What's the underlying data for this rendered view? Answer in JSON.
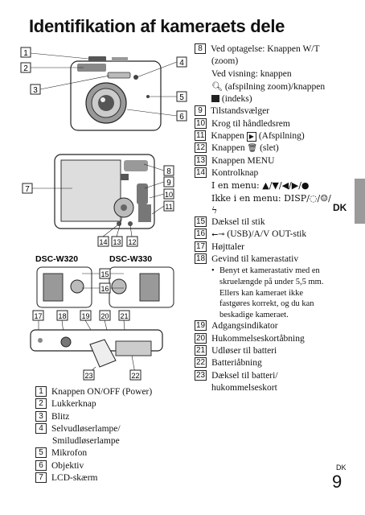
{
  "title": "Identifikation af kameraets dele",
  "models": [
    "DSC-W320",
    "DSC-W330"
  ],
  "side_tab": "DK",
  "footer": {
    "lang": "DK",
    "page": "9"
  },
  "callouts": {
    "fig1": [
      "1",
      "2",
      "3",
      "4",
      "5",
      "6"
    ],
    "fig2": [
      "7",
      "8",
      "9",
      "10",
      "11",
      "14",
      "13",
      "12"
    ],
    "fig3": [
      "15",
      "16",
      "15",
      "16"
    ],
    "fig4": [
      "17",
      "18",
      "19",
      "20",
      "21",
      "23",
      "22"
    ]
  },
  "left_list": [
    {
      "n": "1",
      "text": "Knappen ON/OFF (Power)"
    },
    {
      "n": "2",
      "text": "Lukkerknap"
    },
    {
      "n": "3",
      "text": "Blitz"
    },
    {
      "n": "4",
      "text": "Selvudløserlampe/",
      "cont": [
        "Smiludløserlampe"
      ]
    },
    {
      "n": "5",
      "text": "Mikrofon"
    },
    {
      "n": "6",
      "text": "Objektiv"
    },
    {
      "n": "7",
      "text": "LCD-skærm"
    }
  ],
  "right_list": {
    "r8": {
      "n": "8",
      "text": "Ved optagelse: Knappen W/T",
      "cont": [
        "(zoom)",
        "Ved visning: knappen",
        "(afspilning zoom)/knappen",
        "(indeks)"
      ]
    },
    "r9": {
      "n": "9",
      "text": "Tilstandsvælger"
    },
    "r10": {
      "n": "10",
      "text": "Krog til håndledsrem"
    },
    "r11": {
      "n": "11",
      "text": "Knappen",
      "after": "(Afspilning)"
    },
    "r12": {
      "n": "12",
      "text": "Knappen",
      "after": "(slet)"
    },
    "r13": {
      "n": "13",
      "text": "Knappen MENU"
    },
    "r14": {
      "n": "14",
      "text": "Kontrolknap",
      "cont": [
        "I en menu: ▲/▼/◀/▶/●",
        "Ikke i en menu: DISP/◌/☺/ϟ"
      ]
    },
    "r15": {
      "n": "15",
      "text": "Dæksel til stik"
    },
    "r16": {
      "n": "16",
      "text": "(USB)/A/V OUT-stik"
    },
    "r17": {
      "n": "17",
      "text": "Højttaler"
    },
    "r18": {
      "n": "18",
      "text": "Gevind til kamerastativ"
    },
    "r18_bullet": [
      "Benyt et kamerastativ med en",
      "skruelængde på under 5,5 mm.",
      "Ellers kan kameraet ikke",
      "fastgøres korrekt, og du kan",
      "beskadige kameraet."
    ],
    "r19": {
      "n": "19",
      "text": "Adgangsindikator"
    },
    "r20": {
      "n": "20",
      "text": "Hukommelseskortåbning"
    },
    "r21": {
      "n": "21",
      "text": "Udløser til batteri"
    },
    "r22": {
      "n": "22",
      "text": "Batteriåbning"
    },
    "r23": {
      "n": "23",
      "text": "Dæksel til batteri/",
      "cont": [
        "hukommelseskort"
      ]
    }
  }
}
